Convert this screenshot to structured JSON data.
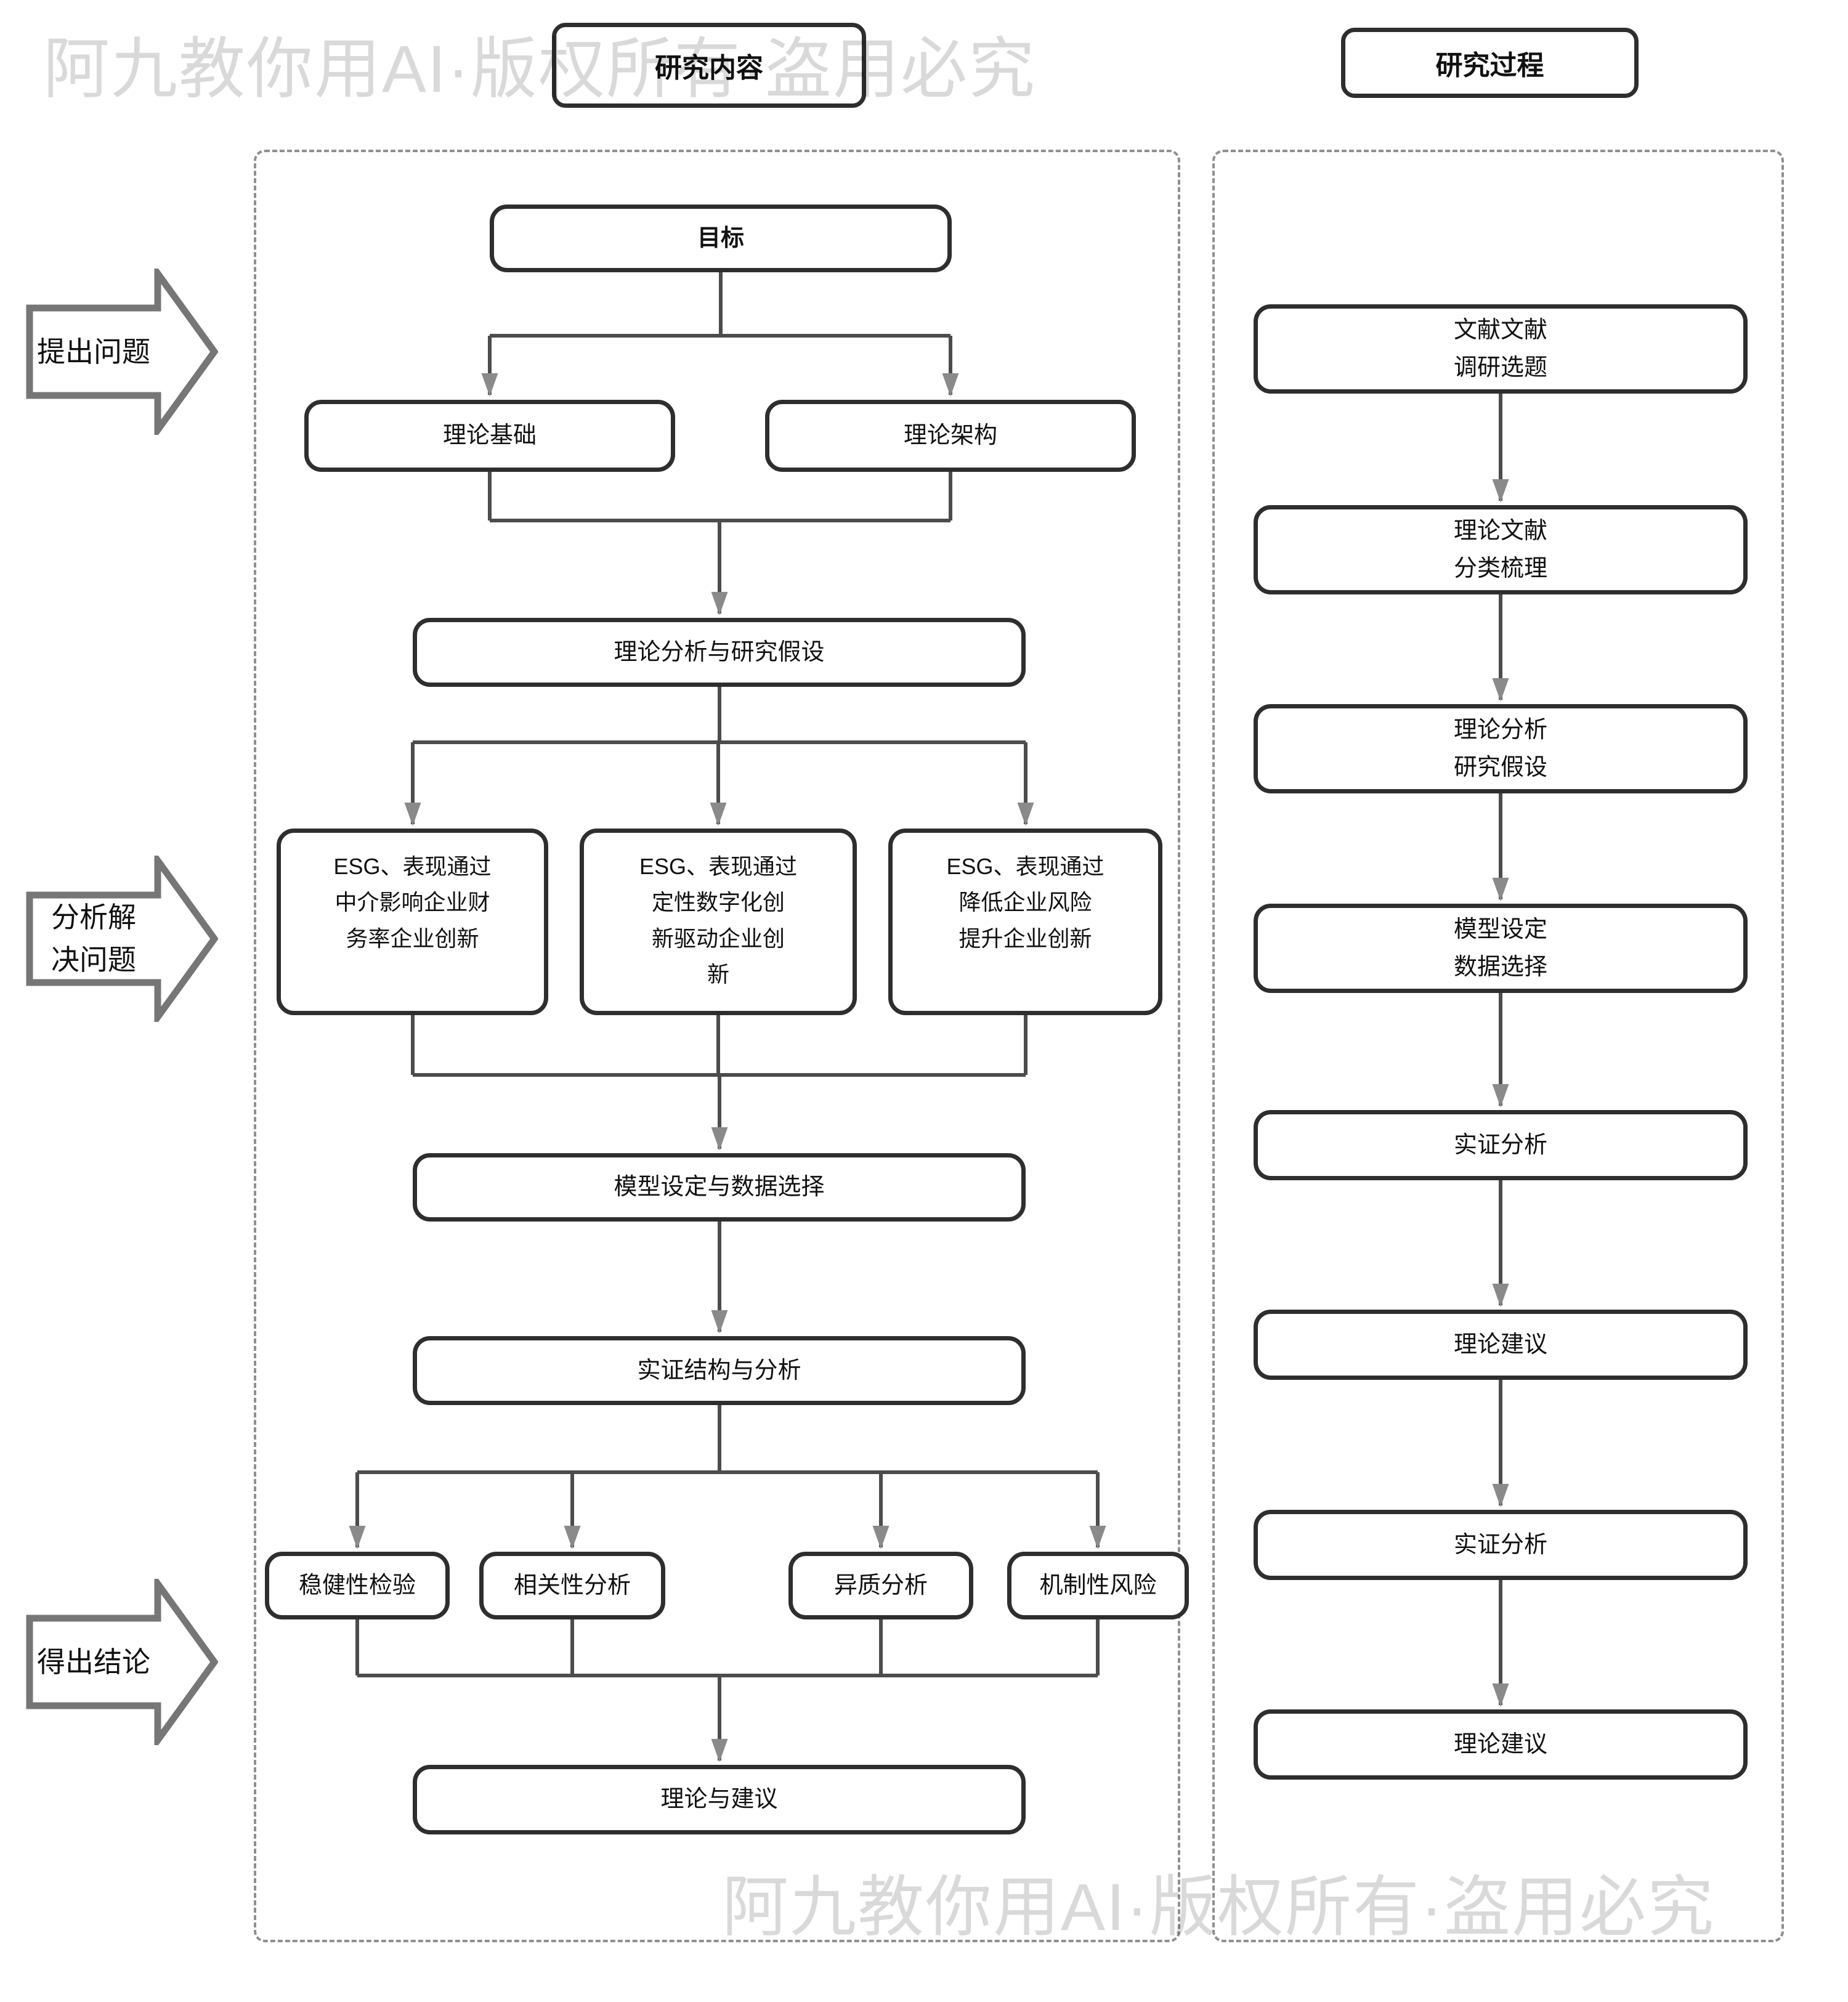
{
  "watermarks": {
    "top": "阿九教你用AI·版权所有·盗用必究",
    "bottom": "阿九教你用AI·版权所有·盗用必究"
  },
  "headers": {
    "content": "研究内容",
    "process": "研究过程"
  },
  "stage_arrows": [
    {
      "label": "提出问题"
    },
    {
      "label": "分析解\n决问题"
    },
    {
      "label": "得出结论"
    }
  ],
  "content_flow": {
    "goal": "目标",
    "theory_base": "理论基础",
    "theory_framework": "理论架构",
    "theory_hypothesis": "理论分析与研究假设",
    "esg_mediation": "ESG、表现通过\n中介影响企业财\n务率企业创新",
    "esg_digital": "ESG、表现通过\n定性数字化创\n新驱动企业创\n新",
    "esg_risk": "ESG、表现通过\n降低企业风险\n提升企业创新",
    "model_data": "模型设定与数据选择",
    "empirical": "实证结构与分析",
    "robustness": "稳健性检验",
    "correlation": "相关性分析",
    "heterogeneity": "异质分析",
    "mechanism": "机制性风险",
    "conclusion": "理论与建议"
  },
  "process_flow": {
    "steps": [
      "文献文献\n调研选题",
      "理论文献\n分类梳理",
      "理论分析\n研究假设",
      "模型设定\n数据选择",
      "实证分析",
      "理论建议",
      "实证分析",
      "理论建议"
    ]
  },
  "colors": {
    "box_border": "#2e2e2e",
    "connector_line": "#4c4c4c",
    "arrowhead": "#8a8a8a",
    "stage_arrow_border": "#767676",
    "dashed_border": "#8f8f8f",
    "watermark": "#d9d9d9",
    "text": "#111111",
    "background": "#ffffff"
  }
}
